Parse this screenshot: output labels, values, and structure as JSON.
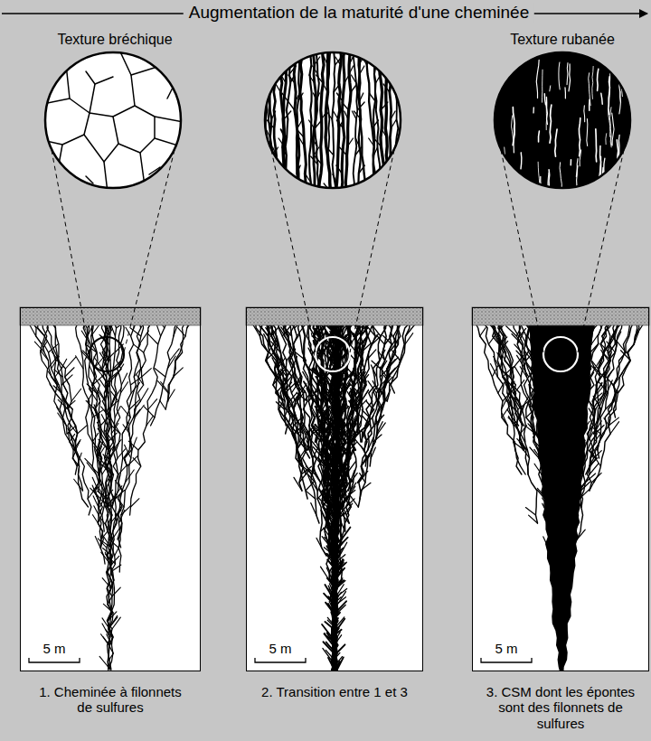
{
  "diagram": {
    "title": "Augmentation de la maturité d'une cheminée",
    "nodes": [
      {
        "text": [
          "5 m",
          "1. Cheminée à filonnets de sulfures"
        ]
      },
      {
        "text": [
          "5 m",
          "2. Transition entre 1 et 3"
        ]
      },
      {
        "text": [
          "5 m",
          "3. CSM dont les épontes sont des filonnets de sulfures"
        ]
      }
    ],
    "labels": [
      "Texture bréchique",
      "Texture rubanée"
    ]
  }
}
